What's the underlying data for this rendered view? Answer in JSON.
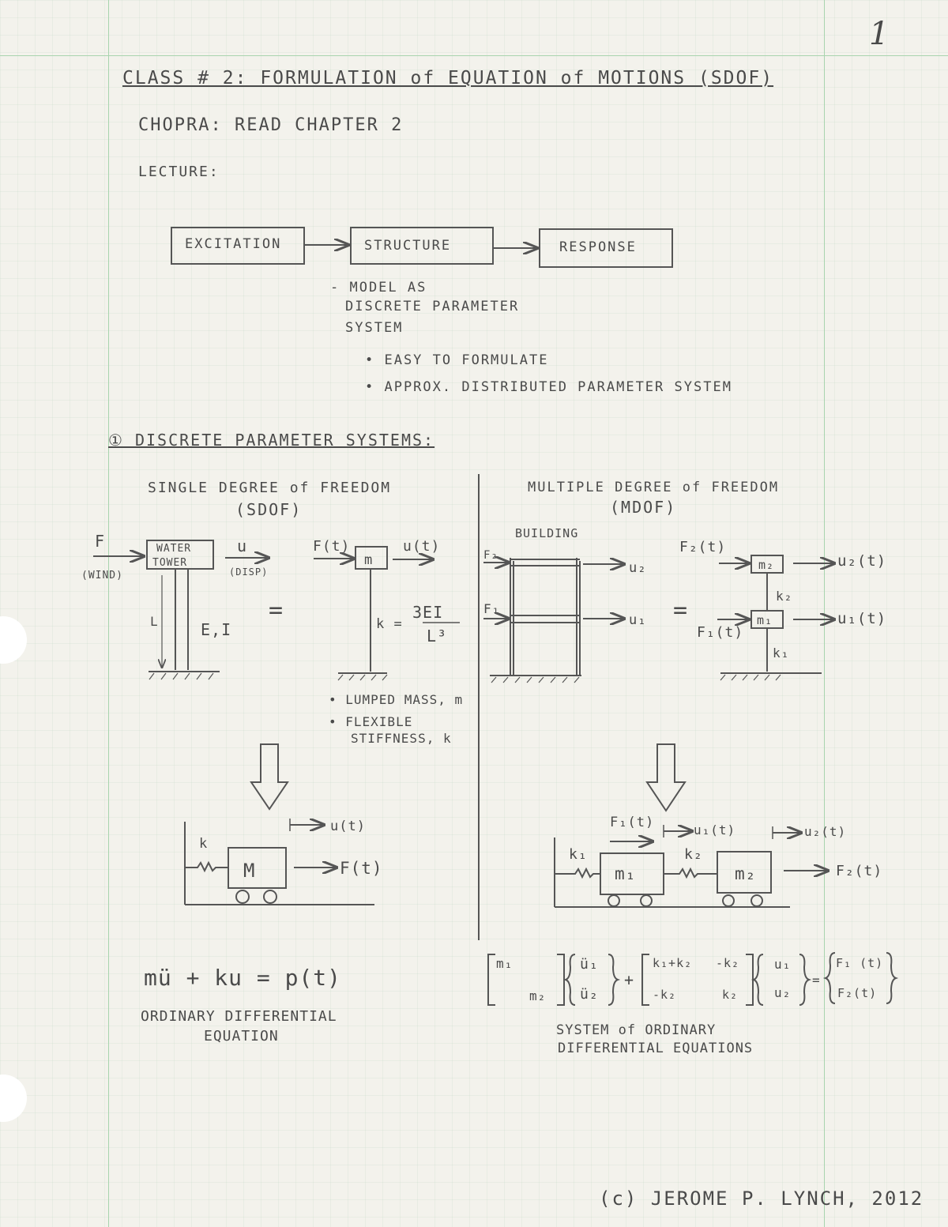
{
  "page_number": "1",
  "title": "CLASS # 2: FORMULATION of EQUATION of MOTIONS (SDOF)",
  "reading": "CHOPRA: READ CHAPTER 2",
  "lecture_label": "LECTURE:",
  "flow": {
    "excitation": "EXCITATION",
    "structure": "STRUCTURE",
    "response": "RESPONSE"
  },
  "model_notes": {
    "line1": "- MODEL AS",
    "line2": "DISCRETE PARAMETER",
    "line3": "SYSTEM",
    "bullet1": "• EASY TO FORMULATE",
    "bullet2": "• APPROX. DISTRIBUTED PARAMETER SYSTEM"
  },
  "section_heading": "① DISCRETE PARAMETER SYSTEMS:",
  "sdof": {
    "heading1": "SINGLE DEGREE of FREEDOM",
    "heading2": "(SDOF)",
    "force": "F",
    "wind": "(WIND)",
    "tower1": "WATER",
    "tower2": "TOWER",
    "disp": "u",
    "disp_note": "(DISP)",
    "length": "L",
    "props": "E,I",
    "force_t": "F(t)",
    "u_t": "u(t)",
    "mass": "m",
    "k_lhs": "k =",
    "k_num": "3EI",
    "k_den": "L³",
    "bullet1": "• LUMPED MASS, m",
    "bullet2a": "• FLEXIBLE",
    "bullet2b": "STIFFNESS, k",
    "model_k": "k",
    "model_mass": "M",
    "model_u": "u(t)",
    "model_F": "F(t)",
    "equation": "mü + ku = p(t)",
    "eq_label1": "ORDINARY DIFFERENTIAL",
    "eq_label2": "EQUATION"
  },
  "mdof": {
    "heading1": "MULTIPLE DEGREE of FREEDOM",
    "heading2": "(MDOF)",
    "building": "BUILDING",
    "F2": "F₂",
    "F1": "F₁",
    "u2": "u₂",
    "u1": "u₁",
    "F2t": "F₂(t)",
    "F1t": "F₁(t)",
    "m2": "m₂",
    "m1": "m₁",
    "k2": "k₂",
    "k1": "k₁",
    "u2t": "u₂(t)",
    "u1t": "u₁(t)",
    "model_F1": "F₁(t)",
    "model_u1": "u₁(t)",
    "model_u2": "u₂(t)",
    "model_k1": "k₁",
    "model_k2": "k₂",
    "model_m1": "m₁",
    "model_m2": "m₂",
    "model_F2": "F₂(t)",
    "mat_m11": "m₁",
    "mat_m22": "m₂",
    "acc1": "ü₁",
    "acc2": "ü₂",
    "k11": "k₁+k₂",
    "k12": "-k₂",
    "k21": "-k₂",
    "k22": "k₂",
    "dis1": "u₁",
    "dis2": "u₂",
    "f1": "F₁ (t)",
    "f2": "F₂(t)",
    "plus": "+",
    "equals": "=",
    "label1": "SYSTEM of ORDINARY",
    "label2": "DIFFERENTIAL EQUATIONS"
  },
  "equals_sign": "=",
  "copyright": "(c) JEROME P. LYNCH, 2012"
}
